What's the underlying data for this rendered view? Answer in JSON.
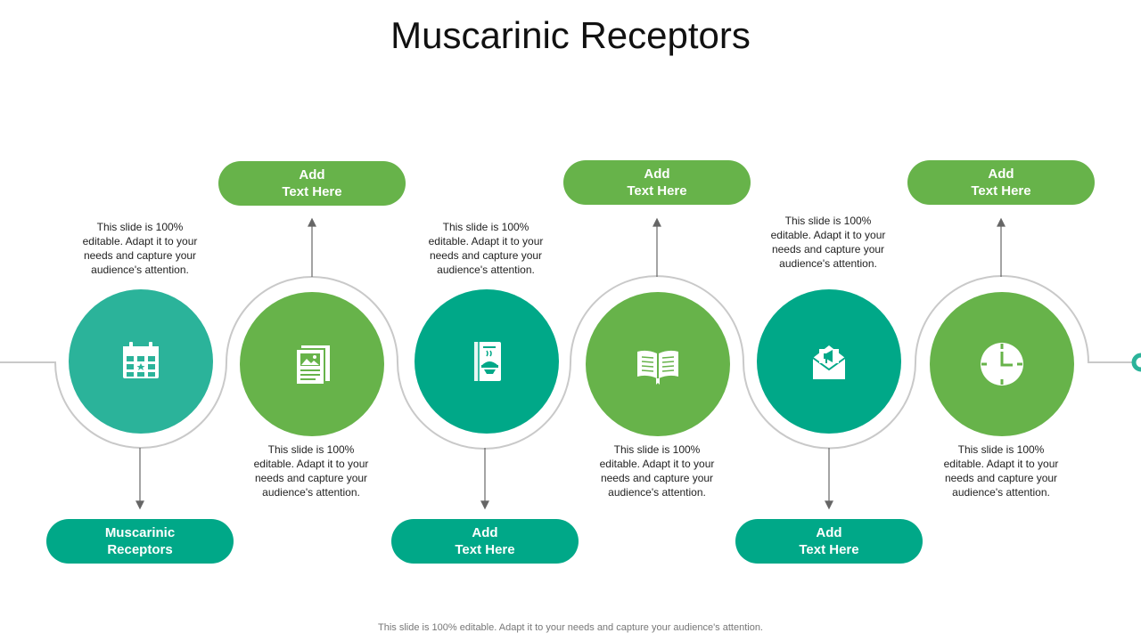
{
  "title": "Muscarinic Receptors",
  "footer": "This slide is 100% editable. Adapt it to your needs and capture your audience's attention.",
  "colors": {
    "teal": "#2bb39a",
    "green": "#67b34a",
    "dark_teal": "#00a888",
    "line": "#c9c9c9",
    "arrow": "#666666"
  },
  "stages": [
    {
      "icon": "calendar-icon",
      "color": "#2bb39a",
      "label": [
        "Muscarinic",
        "Receptors"
      ],
      "text": [
        "This slide is 100%",
        "editable. Adapt it to your",
        "needs and capture your",
        "audience's attention."
      ]
    },
    {
      "icon": "newspaper-icon",
      "color": "#67b34a",
      "label": [
        "Add",
        "Text Here"
      ],
      "text": [
        "This slide is 100%",
        "editable. Adapt it to your",
        "needs and capture your",
        "audience's attention."
      ]
    },
    {
      "icon": "cookbook-icon",
      "color": "#00a888",
      "label": [
        "Add",
        "Text Here"
      ],
      "text": [
        "This slide is 100%",
        "editable. Adapt it to your",
        "needs and capture your",
        "audience's attention."
      ]
    },
    {
      "icon": "open-book-icon",
      "color": "#67b34a",
      "label": [
        "Add",
        "Text Here"
      ],
      "text": [
        "This slide is 100%",
        "editable. Adapt it to your",
        "needs and capture your",
        "audience's attention."
      ]
    },
    {
      "icon": "announcement-mail-icon",
      "color": "#00a888",
      "label": [
        "Add",
        "Text Here"
      ],
      "text": [
        "This slide is 100%",
        "editable. Adapt it to your",
        "needs and capture your",
        "audience's attention."
      ]
    },
    {
      "icon": "clock-icon",
      "color": "#67b34a",
      "label": [
        "Add",
        "Text Here"
      ],
      "text": [
        "This slide is 100%",
        "editable. Adapt it to your",
        "needs and capture your",
        "audience's attention."
      ]
    }
  ]
}
